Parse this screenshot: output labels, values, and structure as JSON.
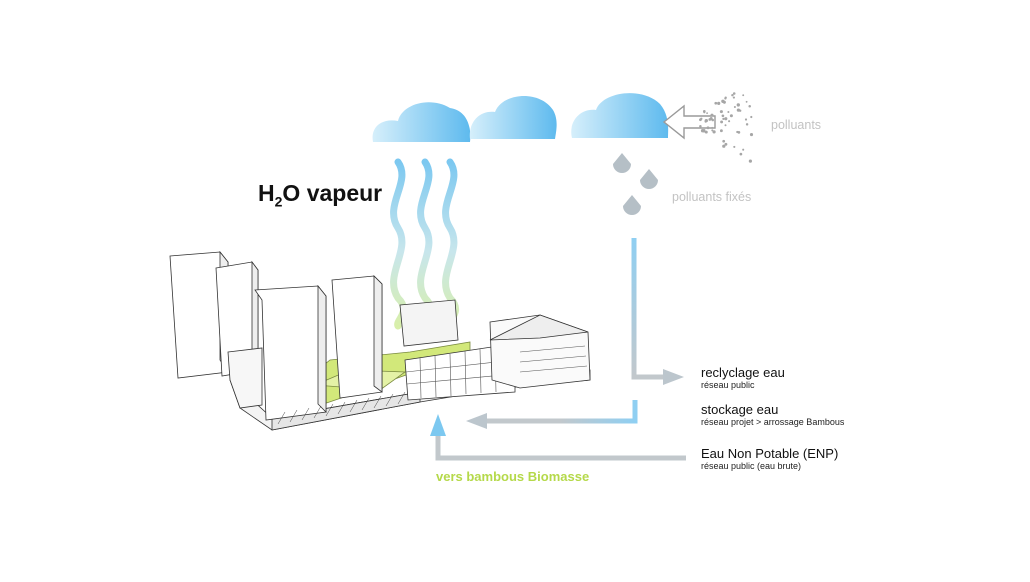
{
  "title": {
    "main": "H",
    "sub": "2",
    "rest": "O vapeur"
  },
  "labels": {
    "polluants": "polluants",
    "polluants_fixes": "polluants fixés",
    "vers_bambous": "vers bambous Biomasse"
  },
  "flows": [
    {
      "title": "reclyclage eau",
      "subtitle": "réseau public"
    },
    {
      "title": "stockage eau",
      "subtitle": "réseau projet > arrossage Bambous"
    },
    {
      "title": "Eau Non Potable (ENP)",
      "subtitle": "réseau public (eau brute)"
    }
  ],
  "colors": {
    "cloud_blue": "#6cc0ee",
    "arrow_grey": "#bcc6cd",
    "accent_green": "#b5d94a",
    "pollutant_grey": "#a6a6a6"
  }
}
